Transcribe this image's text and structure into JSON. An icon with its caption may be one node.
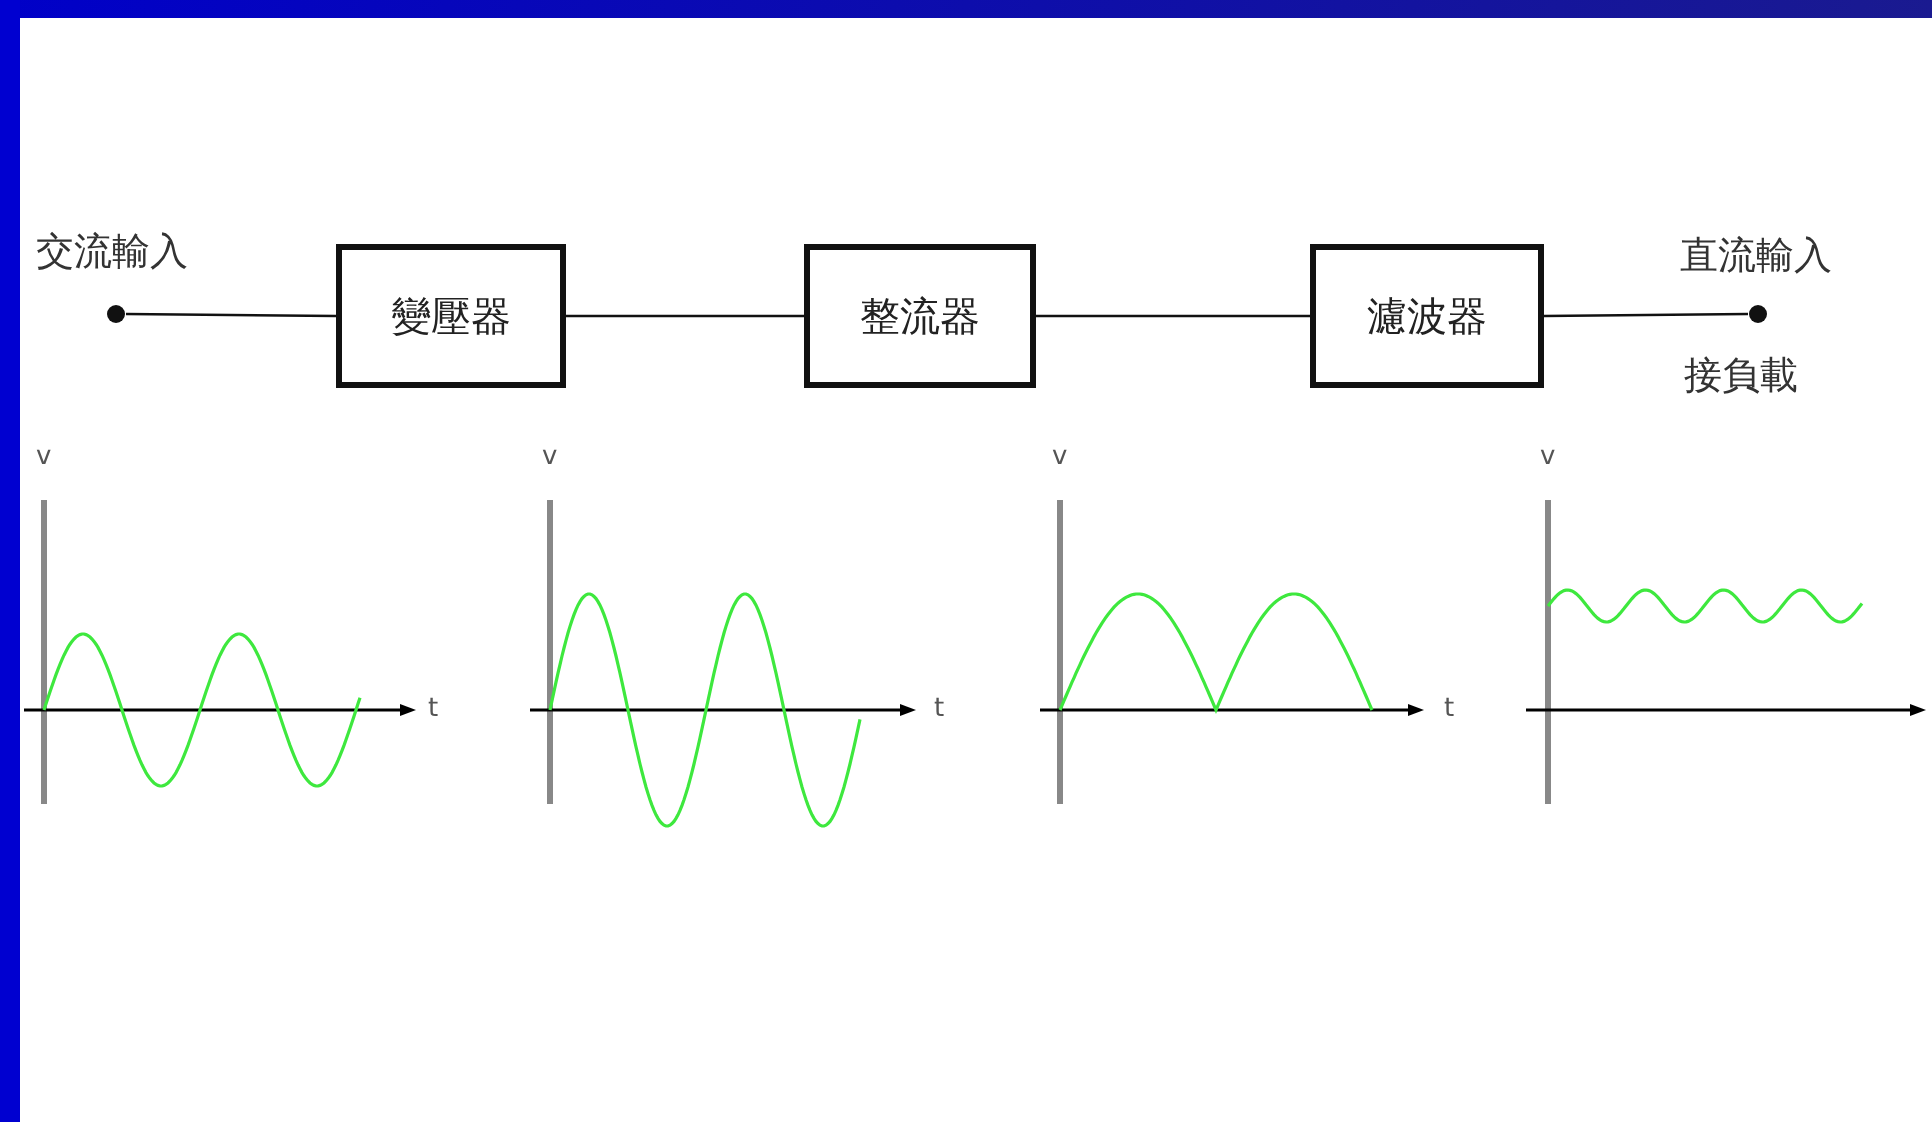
{
  "diagram": {
    "nodes": [
      {
        "text": [],
        "shape": "circle",
        "beside": [
          "交流輸入"
        ]
      },
      {
        "text": [
          "變壓器"
        ]
      },
      {
        "text": [
          "整流器"
        ]
      },
      {
        "text": [
          "濾波器"
        ]
      },
      {
        "text": [],
        "shape": "circle",
        "beside": [
          "直流輸入",
          "接負載"
        ]
      }
    ],
    "edges": [
      {
        "from": 0,
        "to": 1,
        "arrow": "none"
      },
      {
        "from": 1,
        "to": 2,
        "arrow": "none"
      },
      {
        "from": 2,
        "to": 3,
        "arrow": "none"
      },
      {
        "from": 3,
        "to": 4,
        "arrow": "none"
      }
    ],
    "labels": [
      "v",
      "t",
      "v",
      "t",
      "v",
      "t",
      "v"
    ]
  }
}
